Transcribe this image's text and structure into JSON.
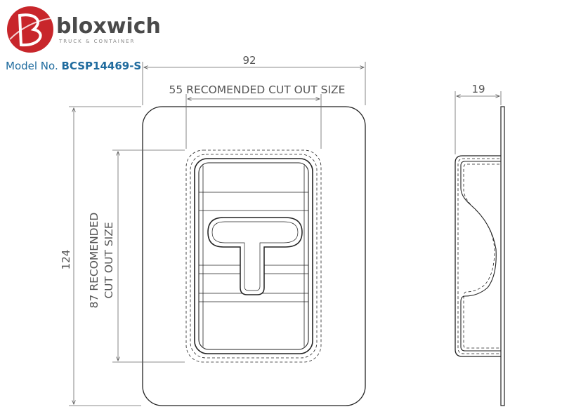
{
  "brand": {
    "name": "bloxwich",
    "tagline": "TRUCK & CONTAINER",
    "colors": {
      "logo_red": "#c8262b",
      "text_gray": "#4a4a4a",
      "model_blue": "#1f6b9e"
    }
  },
  "model": {
    "label": "Model No.",
    "number": "BCSP14469-S"
  },
  "dimensions": {
    "overall_width": "92",
    "cutout_width": "55 RECOMENDED CUT OUT SIZE",
    "overall_height": "124",
    "cutout_height_line1": "87 RECOMENDED",
    "cutout_height_line2": "CUT OUT SIZE",
    "depth": "19"
  }
}
